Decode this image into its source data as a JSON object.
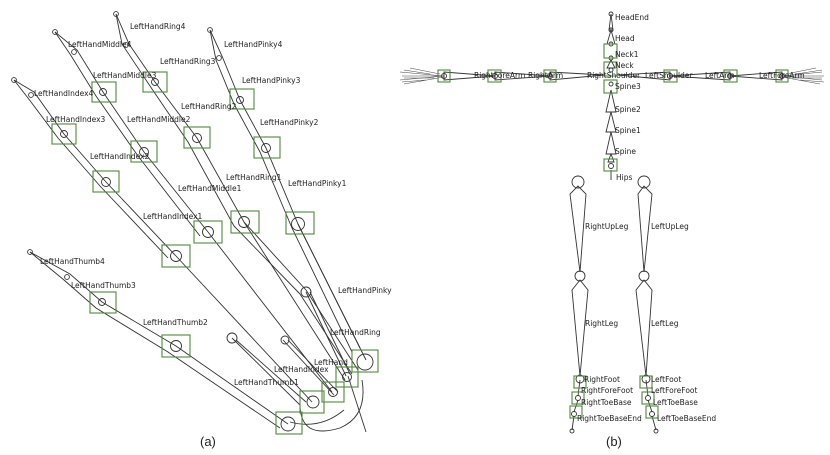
{
  "panel_a": {
    "caption": "(a)",
    "labels": [
      "LeftHandRing4",
      "LeftHandMiddle4",
      "LeftHandRing3",
      "LeftHandPinky4",
      "LeftHandMiddle3",
      "LeftHandPinky3",
      "LeftHandIndex4",
      "LeftHandRing2",
      "LeftHandMiddle2",
      "LeftHandIndex3",
      "LeftHandPinky2",
      "LeftHandIndex2",
      "LeftHandRing1",
      "LeftHandMiddle1",
      "LeftHandPinky1",
      "LeftHandIndex1",
      "LeftHandThumb4",
      "LeftHandThumb3",
      "LeftHandPinky",
      "LeftHandThumb2",
      "LeftHandRing",
      "LeftHand",
      "LeftHandIndex",
      "LeftHandThumb1"
    ]
  },
  "panel_b": {
    "caption": "(b)",
    "labels": [
      "HeadEnd",
      "Head",
      "Neck1",
      "Neck",
      "RightForeArm",
      "RightArm",
      "RightShoulder",
      "LeftShoulder",
      "LeftArm",
      "LeftForeArm",
      "Spine3",
      "Spine2",
      "Spine1",
      "Spine",
      "Hips",
      "RightUpLeg",
      "LeftUpLeg",
      "RightLeg",
      "LeftLeg",
      "RightFoot",
      "LeftFoot",
      "RightForeFoot",
      "LeftForeFoot",
      "RightToeBase",
      "LeftToeBase",
      "RightToeBaseEnd",
      "LeftToeBaseEnd"
    ]
  }
}
